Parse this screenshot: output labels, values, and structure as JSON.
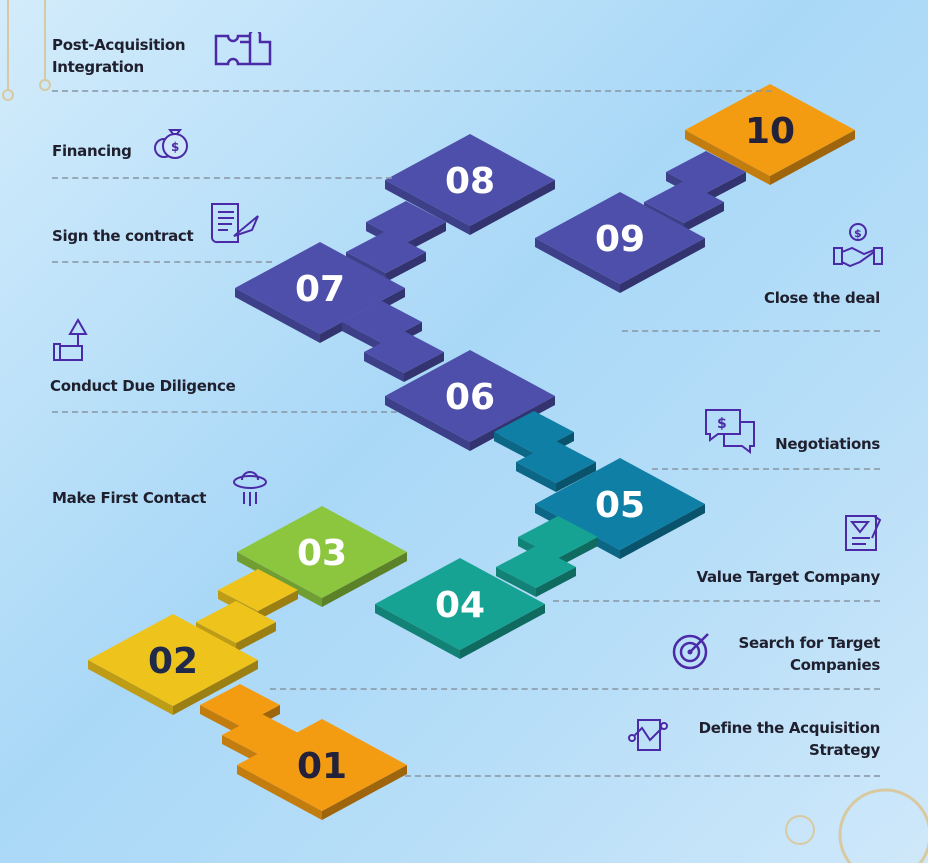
{
  "title": "Mergers and Acquisitions Process",
  "colors": {
    "orange": "#f39c12",
    "yellow": "#eec31c",
    "green": "#8cc63f",
    "teal": "#17a394",
    "blue": "#0f7fa6",
    "indigo": "#4e4fab",
    "icon": "#4b2aa8"
  },
  "steps": [
    {
      "num": "01",
      "label": "Define the Acquisition Strategy",
      "color": "#f39c12"
    },
    {
      "num": "02",
      "label": "Search for Target Companies",
      "color": "#eec31c"
    },
    {
      "num": "03",
      "label": "Make First Contact",
      "color": "#8cc63f"
    },
    {
      "num": "04",
      "label": "Value Target Company",
      "color": "#17a394"
    },
    {
      "num": "05",
      "label": "Negotiations",
      "color": "#0f7fa6"
    },
    {
      "num": "06",
      "label": "Conduct Due Diligence",
      "color": "#4e4fab"
    },
    {
      "num": "07",
      "label": "Sign the contract",
      "color": "#4e4fab"
    },
    {
      "num": "08",
      "label": "Financing",
      "color": "#4e4fab"
    },
    {
      "num": "09",
      "label": "Close the deal",
      "color": "#4e4fab"
    },
    {
      "num": "10",
      "label": "Post-Acquisition Integration",
      "color": "#f39c12"
    }
  ],
  "labels": {
    "s10a": "Post-Acquisition",
    "s10b": "Integration",
    "s08": "Financing",
    "s07": "Sign the contract",
    "s09": "Close the deal",
    "s06": "Conduct Due Diligence",
    "s05": "Negotiations",
    "s03": "Make First Contact",
    "s04": "Value Target Company",
    "s02a": "Search for Target",
    "s02b": "Companies",
    "s01a": "Define the Acquisition",
    "s01b": "Strategy"
  }
}
